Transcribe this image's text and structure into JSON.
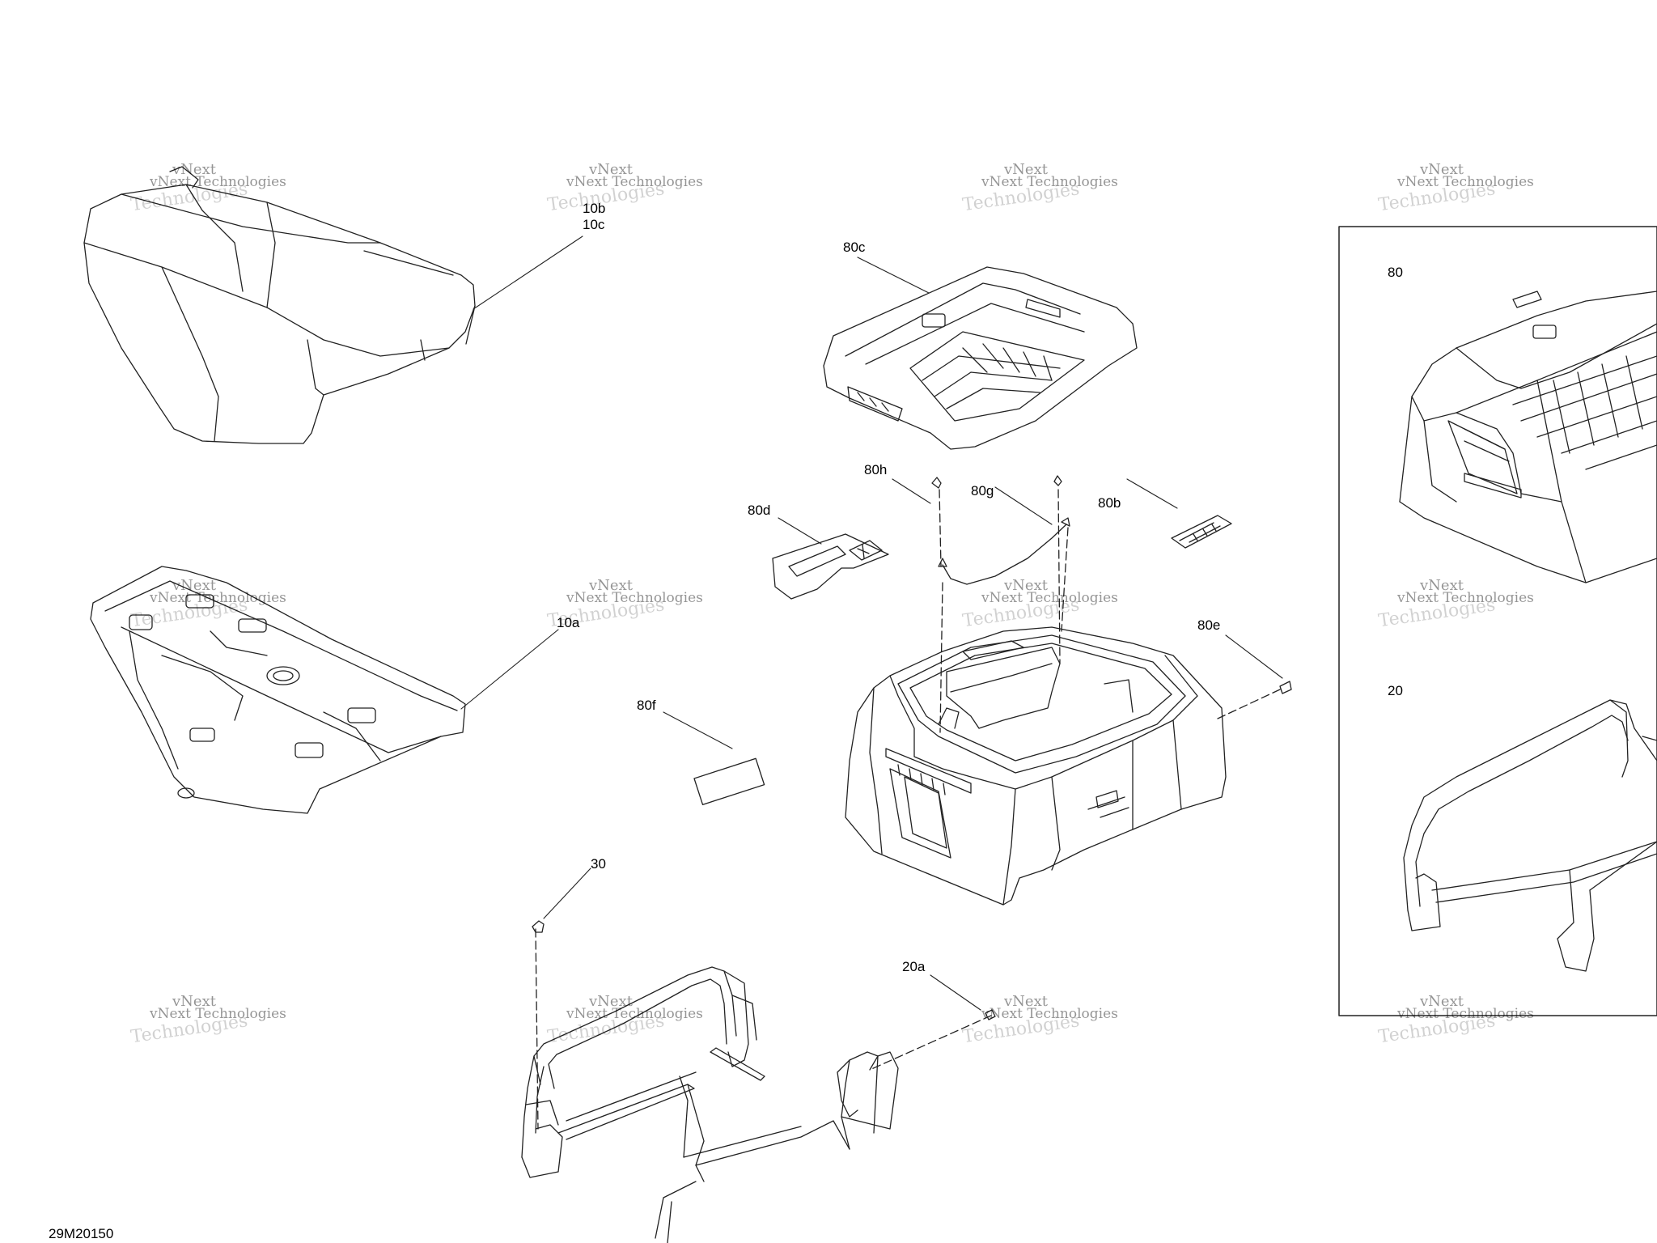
{
  "watermark": {
    "line1": "vNext",
    "line2": "vNext Technologies",
    "line3": "Technologies"
  },
  "callouts": {
    "l10b": "10b",
    "l10c": "10c",
    "l10a": "10a",
    "l80c": "80c",
    "l80h": "80h",
    "l80g": "80g",
    "l80b": "80b",
    "l80d": "80d",
    "l80e": "80e",
    "l80f": "80f",
    "l30": "30",
    "l20a": "20a",
    "l80": "80",
    "l20": "20"
  },
  "figure_code": "29M20150"
}
